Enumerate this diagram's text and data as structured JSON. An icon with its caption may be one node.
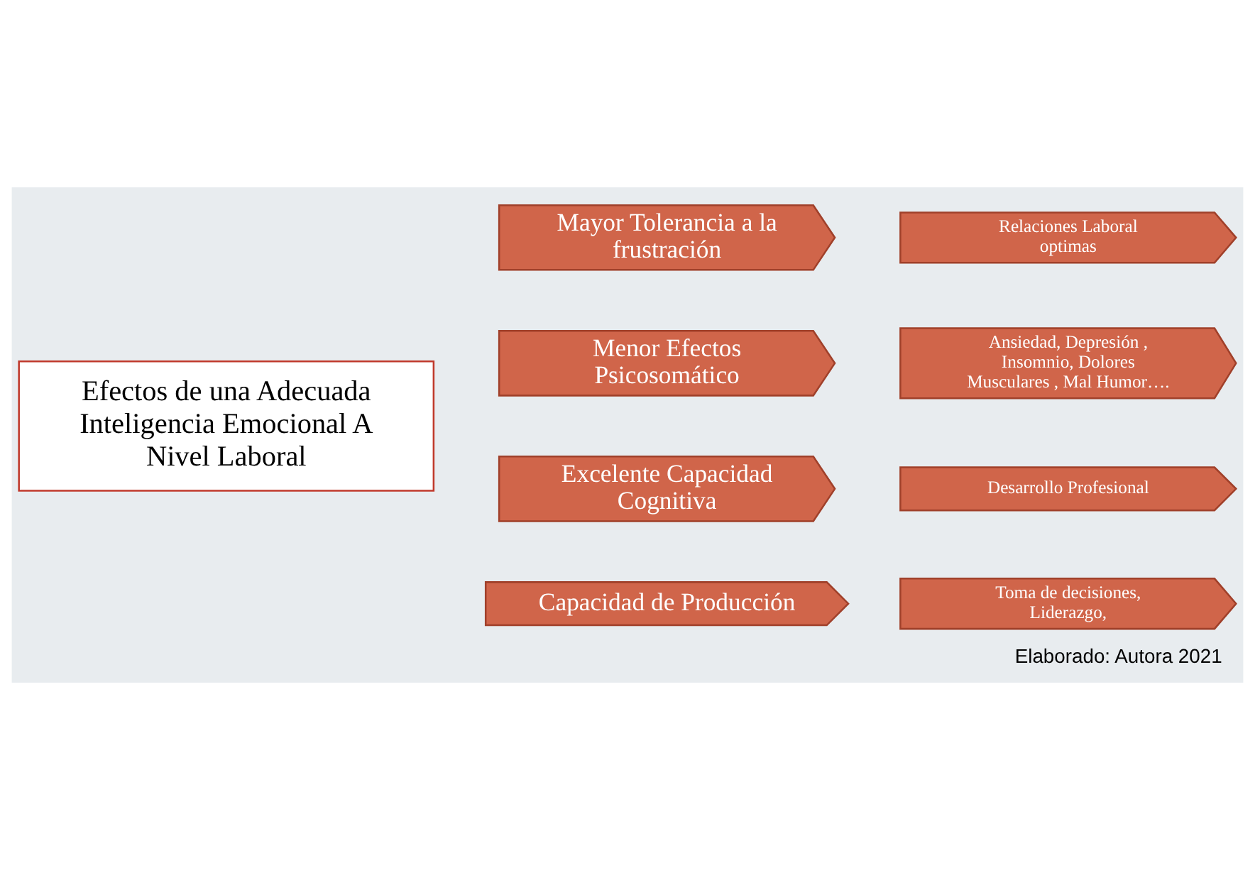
{
  "diagram": {
    "caption": "Elaborado: Autora 2021",
    "nodes": [
      {
        "text": [
          "Efectos de una Adecuada Inteligencia Emocional A Nivel Laboral"
        ]
      },
      {
        "text": [
          "Mayor Tolerancia a la frustración"
        ]
      },
      {
        "text": [
          "Relaciones Laboral optimas"
        ]
      },
      {
        "text": [
          "Menor Efectos Psicosomático"
        ]
      },
      {
        "text": [
          "Ansiedad, Depresión , Insomnio, Dolores Musculares , Mal Humor…."
        ]
      },
      {
        "text": [
          "Excelente Capacidad Cognitiva"
        ]
      },
      {
        "text": [
          "Desarrollo Profesional"
        ]
      },
      {
        "text": [
          "Capacidad de Producción"
        ]
      },
      {
        "text": [
          "Toma de decisiones, Liderazgo,"
        ]
      }
    ]
  }
}
